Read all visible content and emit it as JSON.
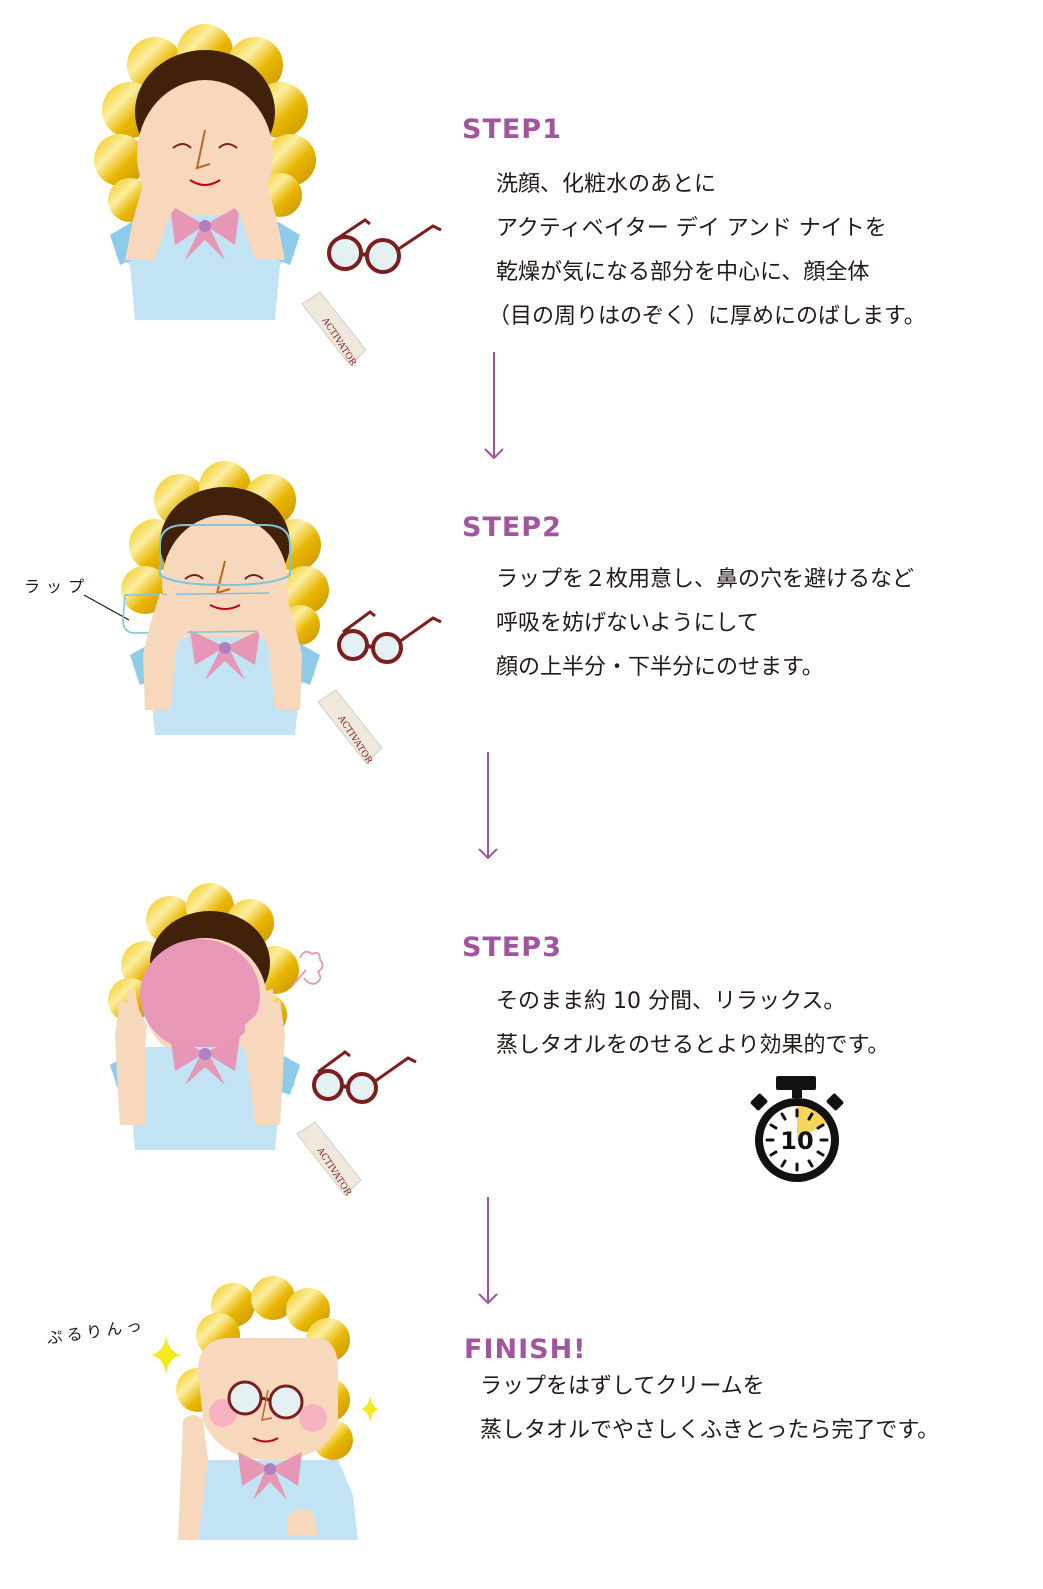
{
  "colors": {
    "title_purple": "#a0559e",
    "arrow_purple": "#a0559e",
    "text": "#231815",
    "hair_gold": "#e6b800",
    "headband_brown": "#42210b",
    "skin": "#f8d8bc",
    "dress_blue": "#c2e3f4",
    "bow_pink": "#e597b5",
    "glasses_red": "#7d1e1e",
    "timer_yellow": "#f5d65a"
  },
  "steps": [
    {
      "title": "STEP1",
      "lines": [
        "洗顔、化粧水のあとに",
        "アクティベイター デイ アンド ナイトを",
        "乾燥が気になる部分を中心に、顔全体",
        "（目の周りはのぞく）に厚めにのばします。"
      ],
      "illustration": "woman-applying-cream",
      "props": [
        "glasses-icon",
        "activator-tube-icon"
      ]
    },
    {
      "title": "STEP2",
      "lines": [
        "ラップを２枚用意し、鼻の穴を避けるなど",
        "呼吸を妨げないようにして",
        "顔の上半分・下半分にのせます。"
      ],
      "callout": "ラップ",
      "illustration": "woman-with-plastic-wrap",
      "props": [
        "glasses-icon",
        "activator-tube-icon"
      ]
    },
    {
      "title": "STEP3",
      "lines": [
        "そのまま約 10 分間、リラックス。",
        "蒸しタオルをのせるとより効果的です。"
      ],
      "timer_value": "10",
      "illustration": "woman-with-steamed-towel",
      "props": [
        "glasses-icon",
        "activator-tube-icon",
        "steam-icon",
        "stopwatch-icon"
      ]
    },
    {
      "title": "FINISH!",
      "lines": [
        "ラップをはずしてクリームを",
        "蒸しタオルでやさしくふきとったら完了です。"
      ],
      "exclamation": "ぷるりんっ",
      "illustration": "woman-happy-with-glasses",
      "props": [
        "sparkle-icon",
        "sparkle-icon"
      ]
    }
  ],
  "product_label": "ACTIVATOR"
}
